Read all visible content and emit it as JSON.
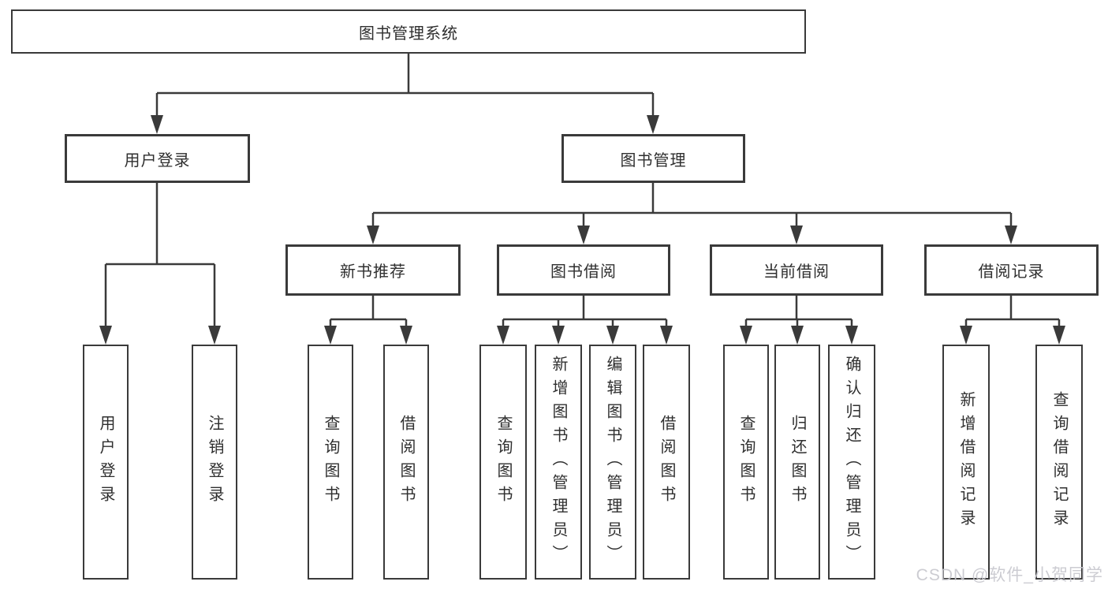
{
  "tree": {
    "root": {
      "label": "图书管理系统"
    },
    "children": [
      {
        "label": "用户登录",
        "children": [
          {
            "label": "用户登录"
          },
          {
            "label": "注销登录"
          }
        ]
      },
      {
        "label": "图书管理",
        "children": [
          {
            "label": "新书推荐",
            "children": [
              {
                "label": "查询图书"
              },
              {
                "label": "借阅图书"
              }
            ]
          },
          {
            "label": "图书借阅",
            "children": [
              {
                "label": "查询图书"
              },
              {
                "label": "新增图书（管理员）"
              },
              {
                "label": "编辑图书（管理员）"
              },
              {
                "label": "借阅图书"
              }
            ]
          },
          {
            "label": "当前借阅",
            "children": [
              {
                "label": "查询图书"
              },
              {
                "label": "归还图书"
              },
              {
                "label": "确认归还（管理员）"
              }
            ]
          },
          {
            "label": "借阅记录",
            "children": [
              {
                "label": "新增借阅记录"
              },
              {
                "label": "查询借阅记录"
              }
            ]
          }
        ]
      }
    ]
  },
  "watermark": {
    "text": "CSDN @软件_小贺同学"
  },
  "colors": {
    "line": "#3a3a3a",
    "text": "#2f2f2f",
    "box_fill": "#ffffff",
    "watermark": "#c8c8ce"
  }
}
